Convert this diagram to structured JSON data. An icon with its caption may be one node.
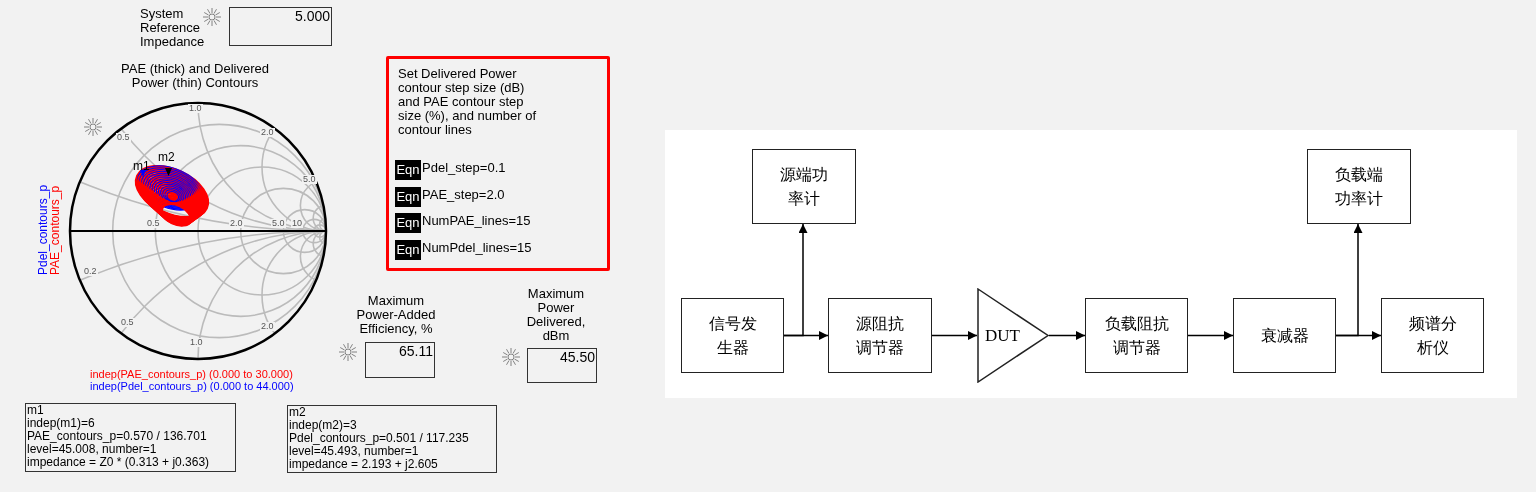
{
  "diagram": {
    "nodes": [
      {
        "text": [
          "5.000"
        ],
        "beside": [
          "System Reference Impedance"
        ]
      },
      {
        "text": [
          "Set Delivered Power contour step size (dB) and PAE contour step size (%), and number of contour lines"
        ]
      },
      {
        "text": [
          "Eqn"
        ],
        "in": 1,
        "beside": [
          "Pdel_step=0.1"
        ]
      },
      {
        "text": [
          "Eqn"
        ],
        "in": 1,
        "beside": [
          "PAE_step=2.0"
        ]
      },
      {
        "text": [
          "Eqn"
        ],
        "in": 1,
        "beside": [
          "NumPAE_lines=15"
        ]
      },
      {
        "text": [
          "Eqn"
        ],
        "in": 1,
        "beside": [
          "NumPdel_lines=15"
        ]
      },
      {
        "text": [
          "65.11"
        ],
        "beside": [
          "Maximum Power-Added Efficiency, %"
        ]
      },
      {
        "text": [
          "45.50"
        ],
        "beside": [
          "Maximum Power Delivered, dBm"
        ]
      },
      {
        "text": [
          "m1",
          "indep(m1)=6",
          "PAE_contours_p=0.570 / 136.701",
          "level=45.008, number=1",
          "impedance = Z0 * (0.313 + j0.363)"
        ]
      },
      {
        "text": [
          "m2",
          "indep(m2)=3",
          "Pdel_contours_p=0.501 / 117.235",
          "level=45.493, number=1",
          "impedance = 2.193 + j2.605"
        ]
      },
      {
        "text": [
          "信号发生器"
        ]
      },
      {
        "text": [
          "源端功率计"
        ]
      },
      {
        "text": [
          "源阻抗调节器"
        ]
      },
      {
        "text": [
          "DUT"
        ]
      },
      {
        "text": [
          "负载阻抗调节器"
        ]
      },
      {
        "text": [
          "衰减器"
        ]
      },
      {
        "text": [
          "负载端功率计"
        ]
      },
      {
        "text": [
          "频谱分析仪"
        ]
      }
    ],
    "edges": [
      {
        "from": 10,
        "to": 12,
        "arrow": "to"
      },
      {
        "from": 10,
        "to": 11,
        "arrow": "to"
      },
      {
        "from": 12,
        "to": 13,
        "arrow": "to"
      },
      {
        "from": 13,
        "to": 14,
        "arrow": "to"
      },
      {
        "from": 14,
        "to": 15,
        "arrow": "to"
      },
      {
        "from": 15,
        "to": 17,
        "arrow": "to"
      },
      {
        "from": 15,
        "to": 16,
        "arrow": "to"
      }
    ],
    "labels": [
      "PAE (thick) and Delivered Power (thin) Contours",
      "Pdel_contours_p",
      "PAE_contours_p",
      "m1",
      "m2",
      "1.0",
      "2.0",
      "5.0",
      "0.5",
      "0.5",
      "2.0",
      "5.0",
      "10",
      "0.2",
      "0.5",
      "1.0",
      "2.0",
      "indep(PAE_contours_p) (0.000 to 30.000)",
      "indep(Pdel_contours_p) (0.000 to 44.000)"
    ]
  }
}
